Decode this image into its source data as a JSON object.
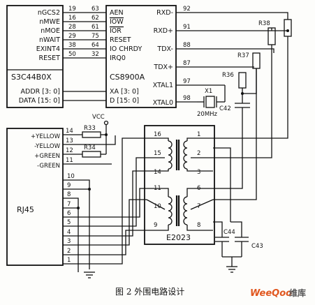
{
  "s3c44b0x": {
    "name": "S3C44B0X",
    "signals": [
      "nGCS2",
      "nMWE",
      "nMOE",
      "nWAIT",
      "EXINT4",
      "RESET"
    ],
    "pins": [
      "19",
      "16",
      "28",
      "29",
      "38",
      "50"
    ],
    "bus": [
      "ADDR [3: 0]",
      "DATA [15: 0]"
    ]
  },
  "cs8900a": {
    "name": "CS8900A",
    "pins_left": [
      "63",
      "62",
      "61",
      "75",
      "64",
      "32"
    ],
    "signals_left": [
      "AEN",
      "IOW",
      "IOR",
      "RESET",
      "IO CHRDY",
      "IRQ0"
    ],
    "bus": [
      "XA [3: 0]",
      "D [15: 0]"
    ],
    "signals_right": [
      "RXD-",
      "RXD+",
      "TDX-",
      "TDX+",
      "XTAL1",
      "XTAL0"
    ],
    "pins_right": [
      "92",
      "91",
      "88",
      "87",
      "97",
      "98"
    ]
  },
  "rj45": {
    "name": "RJ45",
    "labels": [
      "+YELLOW",
      "-YELLOW",
      "+GREEN",
      "-GREEN"
    ],
    "pins": [
      "14",
      "13",
      "12",
      "11",
      "10",
      "9",
      "8",
      "7",
      "6",
      "5",
      "4",
      "3",
      "2",
      "1"
    ]
  },
  "e2023": {
    "name": "E2023",
    "pins_left": [
      "16",
      "15",
      "14",
      "11",
      "10",
      "9"
    ],
    "pins_right": [
      "1",
      "2",
      "3",
      "6",
      "7",
      "8"
    ]
  },
  "components": {
    "vcc": "VCC",
    "r33": "R33",
    "r34": "R34",
    "r36": "R36",
    "r37": "R37",
    "r38": "R38",
    "x1": "X1",
    "freq": "20MHz",
    "c42": "C42",
    "c43": "C43",
    "c44": "C44"
  },
  "caption": "图 2   外围电路设计",
  "watermark": {
    "brand": "WeeQoo",
    "suffix": "维库"
  }
}
